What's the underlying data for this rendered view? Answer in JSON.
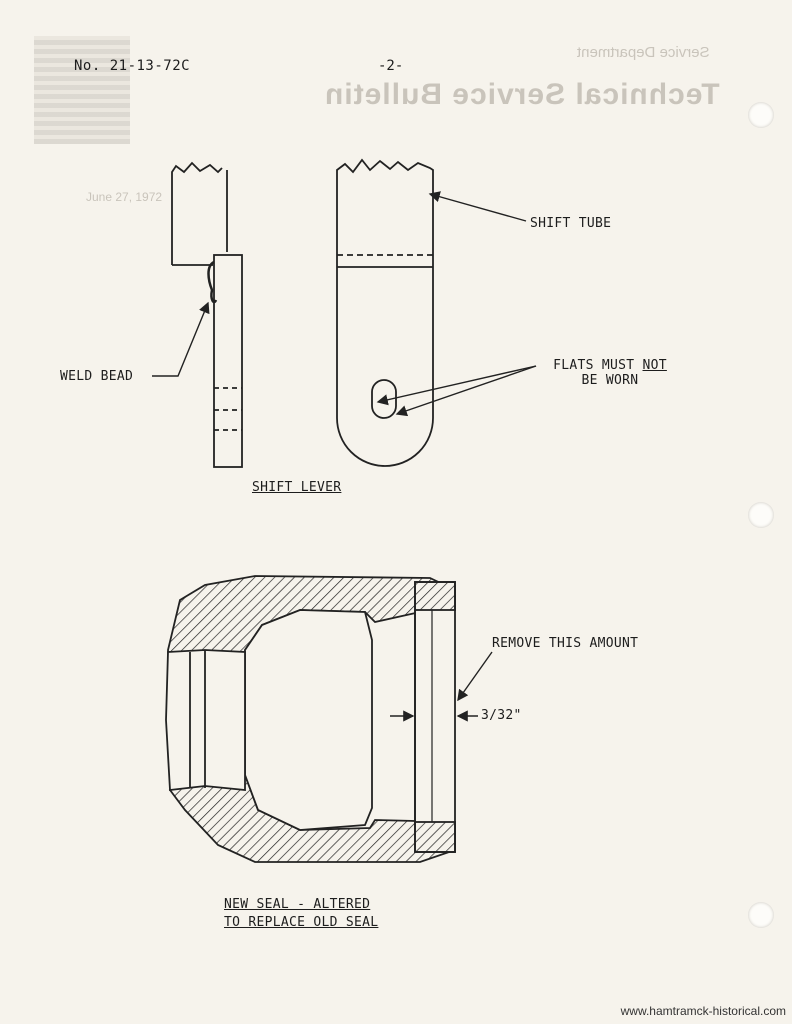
{
  "header": {
    "bulletin_no": "No. 21-13-72C",
    "page": "-2-",
    "ghost_department": "Service Department",
    "ghost_title": "Technical Service Bulletin",
    "ghost_date": "June 27, 1972"
  },
  "labels": {
    "shift_tube": "SHIFT TUBE",
    "weld_bead": "WELD BEAD",
    "flats_prefix": "FLATS MUST ",
    "flats_not": "NOT",
    "flats_line2": "BE WORN",
    "shift_lever": "SHIFT LEVER",
    "remove_amount": "REMOVE THIS AMOUNT",
    "dimension": "3/32\"",
    "new_seal_line1": "NEW SEAL - ALTERED",
    "new_seal_line2": "TO REPLACE OLD SEAL"
  },
  "footer": {
    "source_url": "www.hamtramck-historical.com"
  }
}
